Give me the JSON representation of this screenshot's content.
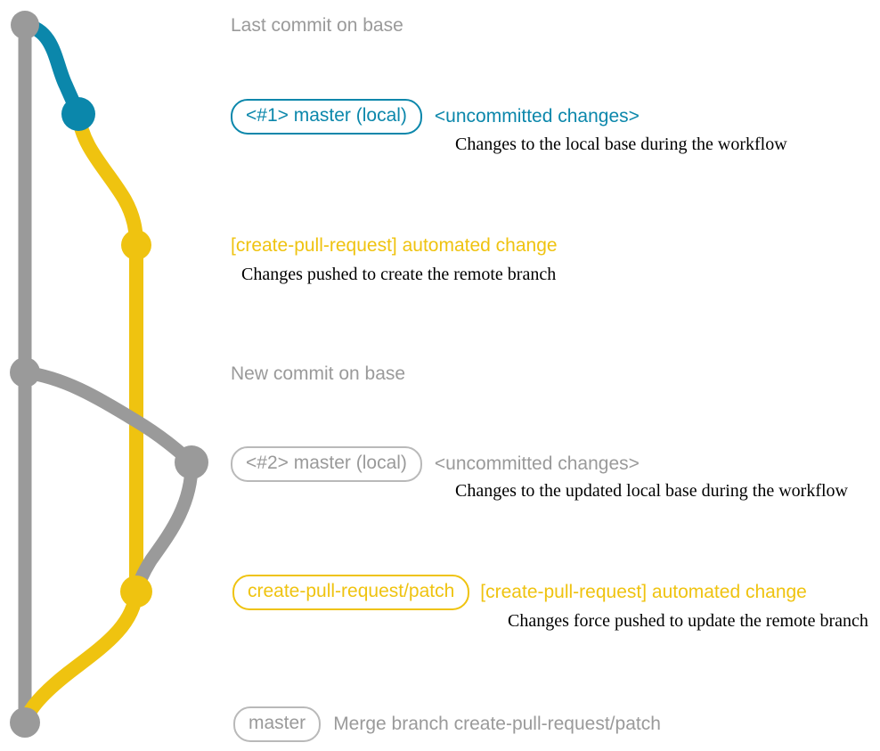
{
  "diagram": {
    "title": "git branch graph for create-pull-request action",
    "colors": {
      "base": "#9a9a9a",
      "local": "#0b87ab",
      "remote": "#efc310",
      "text": "#000000",
      "background": "#ffffff"
    }
  },
  "commits": [
    {
      "id": "base-last",
      "color_name": "gray",
      "headline": "Last commit on base",
      "ref": null,
      "subject": null,
      "caption": null
    },
    {
      "id": "local-1",
      "color_name": "blue",
      "headline": null,
      "ref": "<#1> master (local)",
      "subject": "<uncommitted changes>",
      "caption": "Changes to the local base during the workflow"
    },
    {
      "id": "remote-1",
      "color_name": "yellow",
      "headline": "[create-pull-request] automated change",
      "ref": null,
      "subject": null,
      "caption": "Changes pushed to create the remote branch"
    },
    {
      "id": "base-new",
      "color_name": "gray",
      "headline": "New commit on base",
      "ref": null,
      "subject": null,
      "caption": null
    },
    {
      "id": "local-2",
      "color_name": "gray",
      "headline": null,
      "ref": "<#2> master (local)",
      "subject": "<uncommitted changes>",
      "caption": "Changes to the updated local base during the workflow"
    },
    {
      "id": "remote-2",
      "color_name": "yellow",
      "headline": null,
      "ref": "create-pull-request/patch",
      "subject": "[create-pull-request] automated change",
      "caption": "Changes force pushed to update the remote branch"
    },
    {
      "id": "merge",
      "color_name": "gray",
      "headline": null,
      "ref": "master",
      "subject": "Merge branch create-pull-request/patch",
      "caption": null
    }
  ]
}
